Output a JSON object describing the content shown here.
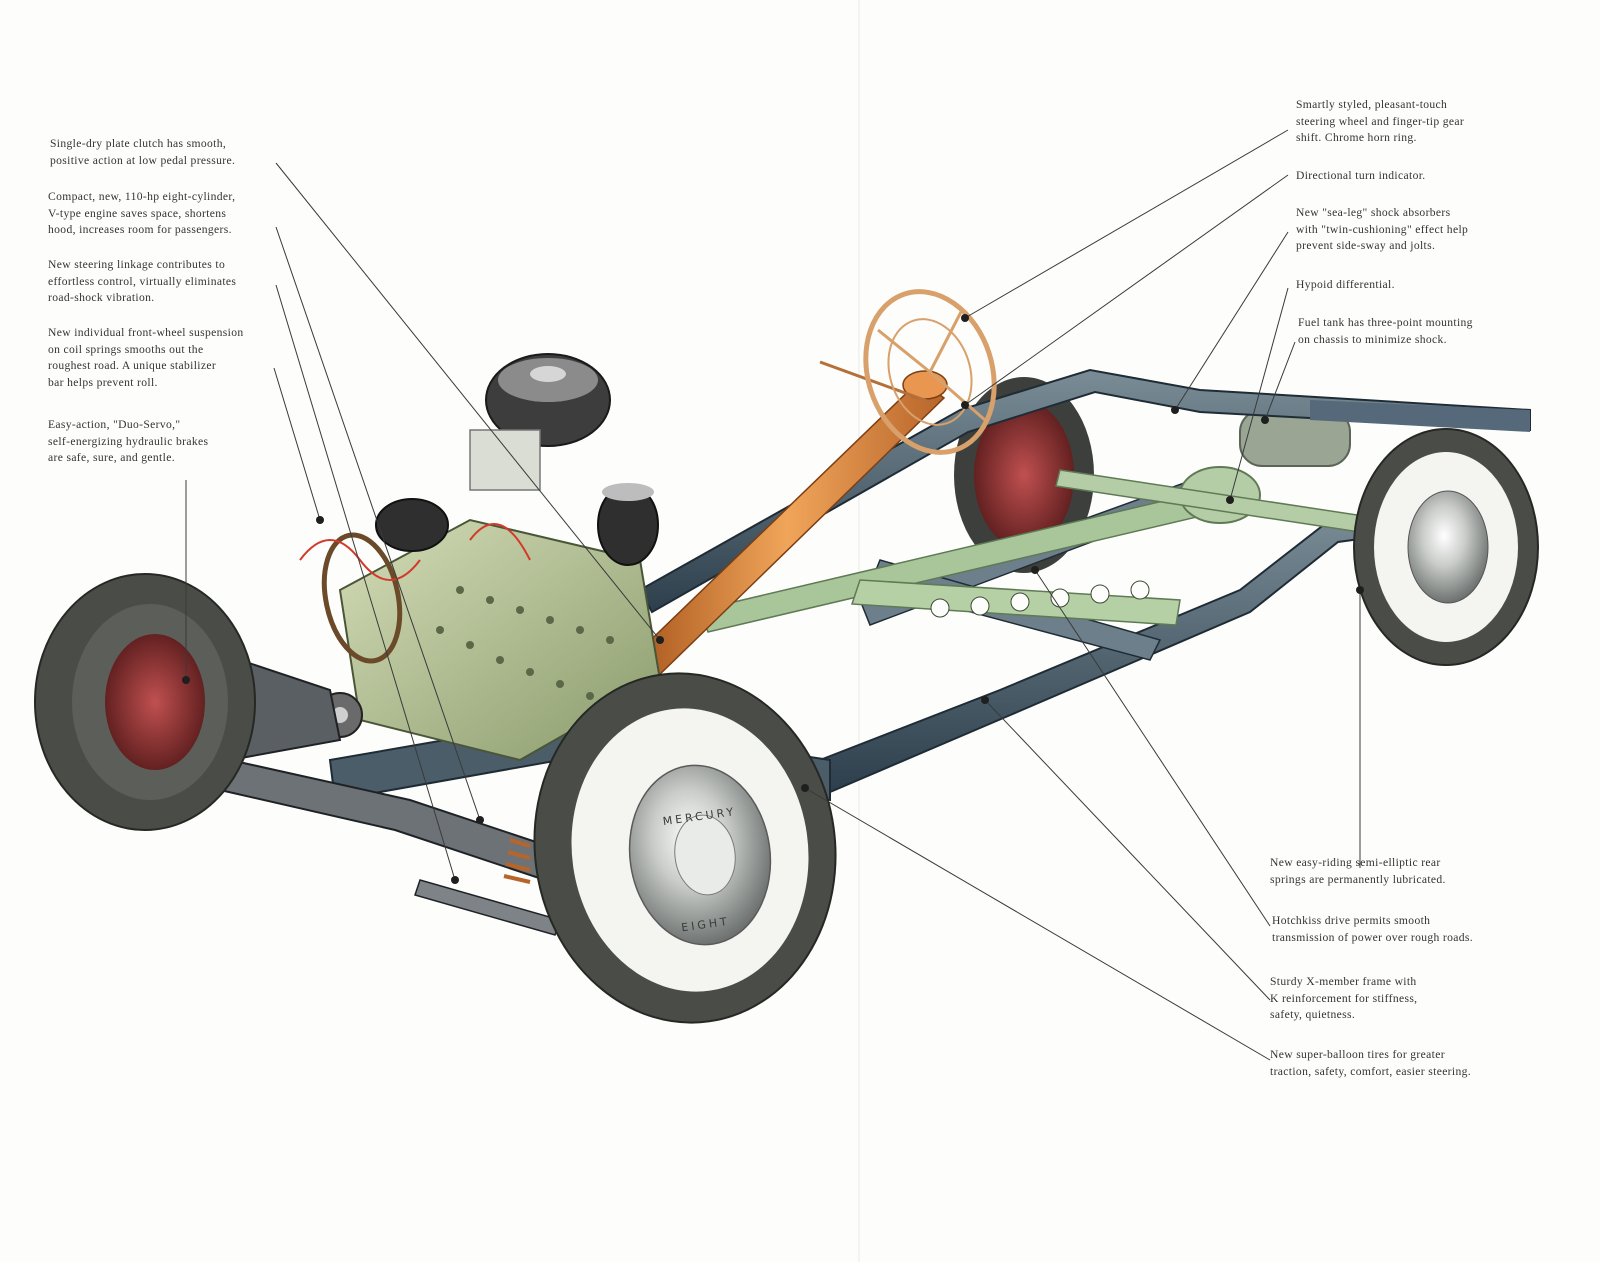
{
  "callouts_left": [
    {
      "id": "clutch",
      "text": "Single-dry plate clutch has smooth,\npositive action at low pedal pressure."
    },
    {
      "id": "engine",
      "text": "Compact, new, 110-hp eight-cylinder,\nV-type engine saves space, shortens\nhood, increases room for passengers."
    },
    {
      "id": "steering-linkage",
      "text": "New steering linkage contributes to\neffortless control, virtually eliminates\nroad-shock vibration."
    },
    {
      "id": "front-suspension",
      "text": "New individual front-wheel suspension\non coil springs smooths out the\nroughest road. A unique stabilizer\nbar helps prevent roll."
    },
    {
      "id": "brakes",
      "text": "Easy-action, \"Duo-Servo,\"\nself-energizing hydraulic brakes\nare safe, sure, and gentle."
    }
  ],
  "callouts_right": [
    {
      "id": "steering-wheel",
      "text": "Smartly styled, pleasant-touch\nsteering wheel and finger-tip gear\nshift. Chrome horn ring."
    },
    {
      "id": "turn-indicator",
      "text": "Directional turn indicator."
    },
    {
      "id": "shock-absorbers",
      "text": "New \"sea-leg\" shock absorbers\nwith \"twin-cushioning\" effect help\nprevent side-sway and jolts."
    },
    {
      "id": "differential",
      "text": "Hypoid differential."
    },
    {
      "id": "fuel-tank",
      "text": "Fuel tank has three-point mounting\non chassis to minimize shock."
    },
    {
      "id": "rear-springs",
      "text": "New easy-riding semi-elliptic rear\nsprings are permanently lubricated."
    },
    {
      "id": "hotchkiss",
      "text": "Hotchkiss drive permits smooth\ntransmission of power over rough roads."
    },
    {
      "id": "x-member",
      "text": "Sturdy X-member frame with\nK reinforcement for stiffness,\nsafety, quietness."
    },
    {
      "id": "tires",
      "text": "New super-balloon tires for greater\ntraction, safety, comfort, easier steering."
    }
  ],
  "hubcap_text": {
    "top": "MERCURY",
    "bottom": "EIGHT"
  },
  "colors": {
    "paper": "#fdfdfb",
    "engine_green": "#b9c79a",
    "frame_blue": "#3e5566",
    "steering_copper": "#d98a3d",
    "tire_dark": "#4a4d47",
    "whitewall": "#f4f4f1",
    "brake_drum_red": "#9a2e2e",
    "leader_line": "#3a3a3a"
  }
}
